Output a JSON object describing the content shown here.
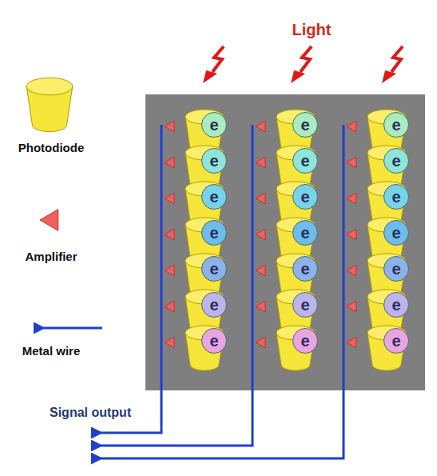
{
  "diagram": {
    "nodes": [
      {
        "text": [
          "e"
        ]
      },
      {
        "text": [
          "e"
        ]
      },
      {
        "text": [
          "e"
        ]
      },
      {
        "text": [
          "e"
        ]
      },
      {
        "text": [
          "e"
        ]
      },
      {
        "text": [
          "e"
        ]
      },
      {
        "text": [
          "e"
        ]
      },
      {
        "text": [
          "e"
        ]
      },
      {
        "text": [
          "e"
        ]
      },
      {
        "text": [
          "e"
        ]
      },
      {
        "text": [
          "e"
        ]
      },
      {
        "text": [
          "e"
        ]
      },
      {
        "text": [
          "e"
        ]
      },
      {
        "text": [
          "e"
        ]
      },
      {
        "text": [
          "e"
        ]
      },
      {
        "text": [
          "e"
        ]
      },
      {
        "text": [
          "e"
        ]
      },
      {
        "text": [
          "e"
        ]
      },
      {
        "text": [
          "e"
        ]
      },
      {
        "text": [
          "e"
        ]
      },
      {
        "text": [
          "e"
        ]
      }
    ],
    "labels": [
      "Light",
      "Signal output"
    ],
    "legend": [
      {
        "text": "Photodiode"
      },
      {
        "text": "Amplifier"
      },
      {
        "text": "Metal wire"
      }
    ]
  }
}
